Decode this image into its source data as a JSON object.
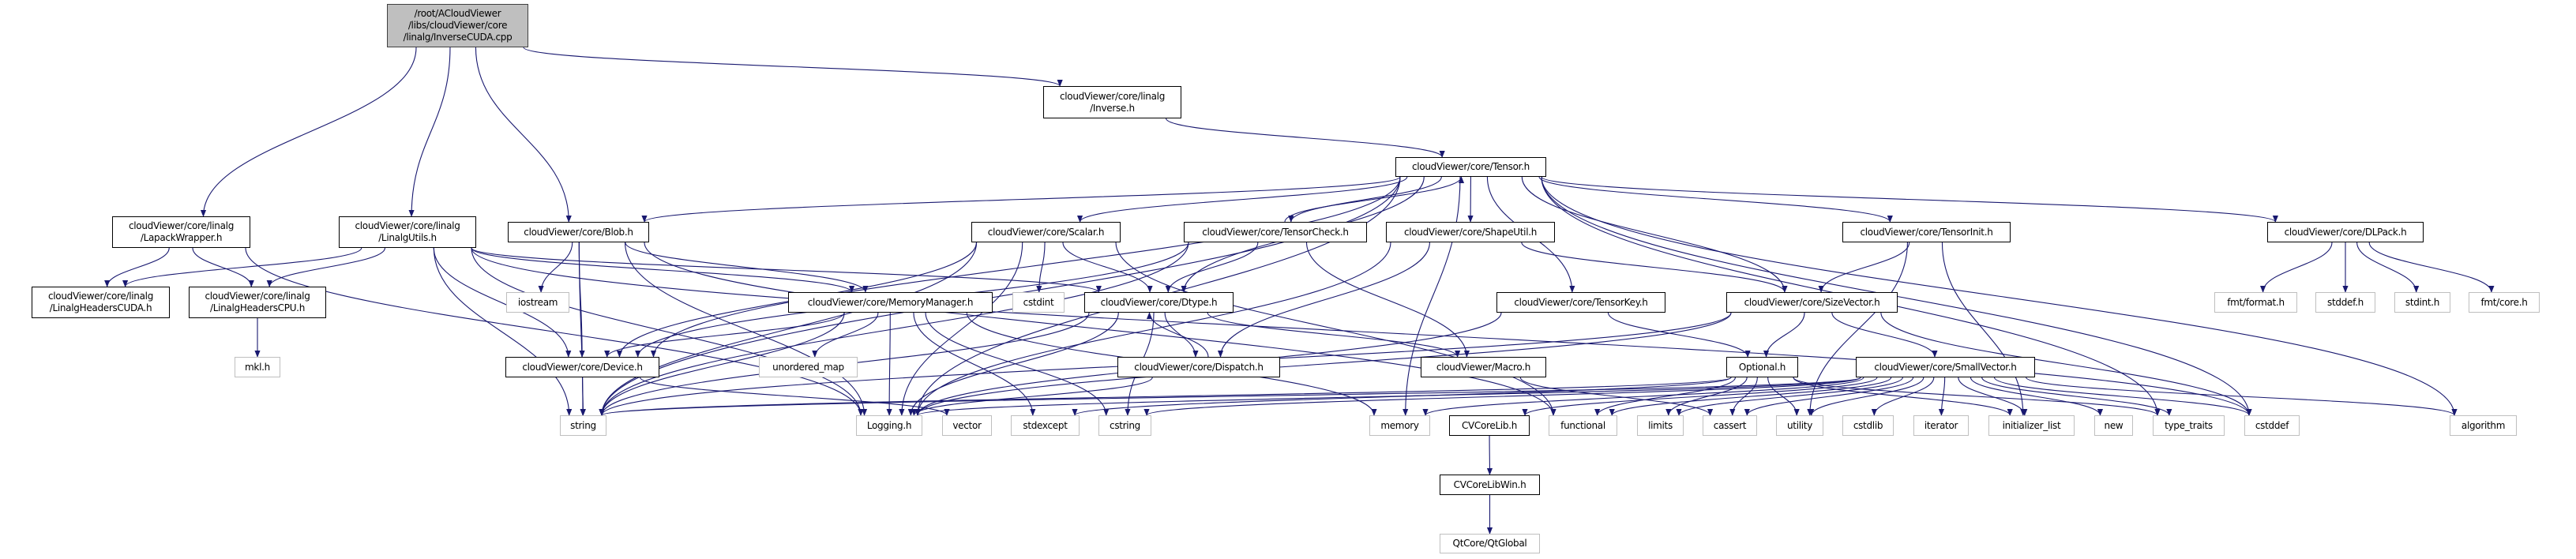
{
  "colors": {
    "edge": "#191970",
    "root_fill": "#bfbfbf",
    "external_border": "#bfbfbf",
    "documented_border": "#000000"
  },
  "nodes": [
    {
      "label": "/root/ACloudViewer\n/libs/cloudViewer/core\n/linalg/InverseCUDA.cpp",
      "kind": "root"
    },
    {
      "label": "cloudViewer/core/linalg\n/Inverse.h",
      "kind": "documented"
    },
    {
      "label": "cloudViewer/core/Tensor.h",
      "kind": "documented"
    },
    {
      "label": "cloudViewer/core/linalg\n/LapackWrapper.h",
      "kind": "documented"
    },
    {
      "label": "cloudViewer/core/linalg\n/LinalgUtils.h",
      "kind": "documented"
    },
    {
      "label": "cloudViewer/core/Blob.h",
      "kind": "documented"
    },
    {
      "label": "cloudViewer/core/linalg\n/LinalgHeadersCUDA.h",
      "kind": "documented"
    },
    {
      "label": "cloudViewer/core/linalg\n/LinalgHeadersCPU.h",
      "kind": "documented"
    },
    {
      "label": "iostream",
      "kind": "external"
    },
    {
      "label": "mkl.h",
      "kind": "external"
    },
    {
      "label": "cloudViewer/core/Device.h",
      "kind": "documented"
    },
    {
      "label": "string",
      "kind": "external"
    },
    {
      "label": "cloudViewer/core/MemoryManager.h",
      "kind": "documented"
    },
    {
      "label": "unordered_map",
      "kind": "external"
    },
    {
      "label": "Logging.h",
      "kind": "external"
    },
    {
      "label": "cloudViewer/core/Scalar.h",
      "kind": "documented"
    },
    {
      "label": "cloudViewer/core/TensorCheck.h",
      "kind": "documented"
    },
    {
      "label": "cloudViewer/core/ShapeUtil.h",
      "kind": "documented"
    },
    {
      "label": "cstdint",
      "kind": "external"
    },
    {
      "label": "cloudViewer/core/Dtype.h",
      "kind": "documented"
    },
    {
      "label": "cloudViewer/core/TensorKey.h",
      "kind": "documented"
    },
    {
      "label": "cloudViewer/core/Dispatch.h",
      "kind": "documented"
    },
    {
      "label": "cloudViewer/Macro.h",
      "kind": "documented"
    },
    {
      "label": "vector",
      "kind": "external"
    },
    {
      "label": "stdexcept",
      "kind": "external"
    },
    {
      "label": "cstring",
      "kind": "external"
    },
    {
      "label": "memory",
      "kind": "external"
    },
    {
      "label": "CVCoreLib.h",
      "kind": "documented"
    },
    {
      "label": "functional",
      "kind": "external"
    },
    {
      "label": "limits",
      "kind": "external"
    },
    {
      "label": "cassert",
      "kind": "external"
    },
    {
      "label": "CVCoreLibWin.h",
      "kind": "documented"
    },
    {
      "label": "QtCore/QtGlobal",
      "kind": "external"
    },
    {
      "label": "Optional.h",
      "kind": "documented"
    },
    {
      "label": "cloudViewer/core/TensorInit.h",
      "kind": "documented"
    },
    {
      "label": "cloudViewer/core/DLPack.h",
      "kind": "documented"
    },
    {
      "label": "cloudViewer/core/SizeVector.h",
      "kind": "documented"
    },
    {
      "label": "fmt/format.h",
      "kind": "external"
    },
    {
      "label": "stddef.h",
      "kind": "external"
    },
    {
      "label": "stdint.h",
      "kind": "external"
    },
    {
      "label": "fmt/core.h",
      "kind": "external"
    },
    {
      "label": "cloudViewer/core/SmallVector.h",
      "kind": "documented"
    },
    {
      "label": "utility",
      "kind": "external"
    },
    {
      "label": "cstdlib",
      "kind": "external"
    },
    {
      "label": "iterator",
      "kind": "external"
    },
    {
      "label": "initializer_list",
      "kind": "external"
    },
    {
      "label": "new",
      "kind": "external"
    },
    {
      "label": "type_traits",
      "kind": "external"
    },
    {
      "label": "cstddef",
      "kind": "external"
    },
    {
      "label": "algorithm",
      "kind": "external"
    }
  ],
  "edges": [
    [
      0,
      3
    ],
    [
      0,
      4
    ],
    [
      0,
      5
    ],
    [
      0,
      1
    ],
    [
      1,
      2
    ],
    [
      3,
      6
    ],
    [
      3,
      7
    ],
    [
      3,
      14
    ],
    [
      7,
      9
    ],
    [
      4,
      6
    ],
    [
      4,
      7
    ],
    [
      4,
      11
    ],
    [
      4,
      14
    ],
    [
      4,
      10
    ],
    [
      4,
      12
    ],
    [
      4,
      19
    ],
    [
      4,
      48
    ],
    [
      5,
      11
    ],
    [
      5,
      8
    ],
    [
      5,
      10
    ],
    [
      5,
      12
    ],
    [
      5,
      28
    ],
    [
      5,
      14
    ],
    [
      2,
      11
    ],
    [
      2,
      5
    ],
    [
      2,
      10
    ],
    [
      2,
      15
    ],
    [
      2,
      19
    ],
    [
      2,
      16
    ],
    [
      2,
      17
    ],
    [
      2,
      20
    ],
    [
      2,
      36
    ],
    [
      2,
      34
    ],
    [
      2,
      35
    ],
    [
      2,
      47
    ],
    [
      2,
      49
    ],
    [
      2,
      48
    ],
    [
      2,
      14
    ],
    [
      2,
      26
    ],
    [
      16,
      2
    ],
    [
      16,
      19
    ],
    [
      16,
      10
    ],
    [
      16,
      22
    ],
    [
      16,
      11
    ],
    [
      15,
      19
    ],
    [
      15,
      18
    ],
    [
      15,
      10
    ],
    [
      15,
      14
    ],
    [
      15,
      11
    ],
    [
      15,
      28
    ],
    [
      17,
      21
    ],
    [
      17,
      14
    ],
    [
      17,
      36
    ],
    [
      19,
      21
    ],
    [
      21,
      19
    ],
    [
      19,
      22
    ],
    [
      19,
      14
    ],
    [
      19,
      11
    ],
    [
      19,
      25
    ],
    [
      21,
      14
    ],
    [
      12,
      10
    ],
    [
      12,
      11
    ],
    [
      12,
      24
    ],
    [
      12,
      25
    ],
    [
      12,
      26
    ],
    [
      12,
      13
    ],
    [
      12,
      14
    ],
    [
      10,
      11
    ],
    [
      10,
      23
    ],
    [
      22,
      30
    ],
    [
      20,
      33
    ],
    [
      20,
      14
    ],
    [
      34,
      36
    ],
    [
      34,
      42
    ],
    [
      34,
      45
    ],
    [
      36,
      33
    ],
    [
      36,
      41
    ],
    [
      36,
      48
    ],
    [
      36,
      11
    ],
    [
      36,
      14
    ],
    [
      33,
      28
    ],
    [
      33,
      29
    ],
    [
      33,
      30
    ],
    [
      33,
      42
    ],
    [
      33,
      11
    ],
    [
      33,
      45
    ],
    [
      33,
      47
    ],
    [
      33,
      24
    ],
    [
      41,
      30
    ],
    [
      41,
      42
    ],
    [
      41,
      43
    ],
    [
      41,
      44
    ],
    [
      41,
      45
    ],
    [
      41,
      46
    ],
    [
      41,
      47
    ],
    [
      41,
      48
    ],
    [
      41,
      49
    ],
    [
      41,
      28
    ],
    [
      41,
      29
    ],
    [
      41,
      27
    ],
    [
      41,
      25
    ],
    [
      41,
      26
    ],
    [
      41,
      14
    ],
    [
      41,
      11
    ],
    [
      27,
      31
    ],
    [
      31,
      32
    ],
    [
      35,
      37
    ],
    [
      35,
      38
    ],
    [
      35,
      39
    ],
    [
      35,
      40
    ]
  ]
}
